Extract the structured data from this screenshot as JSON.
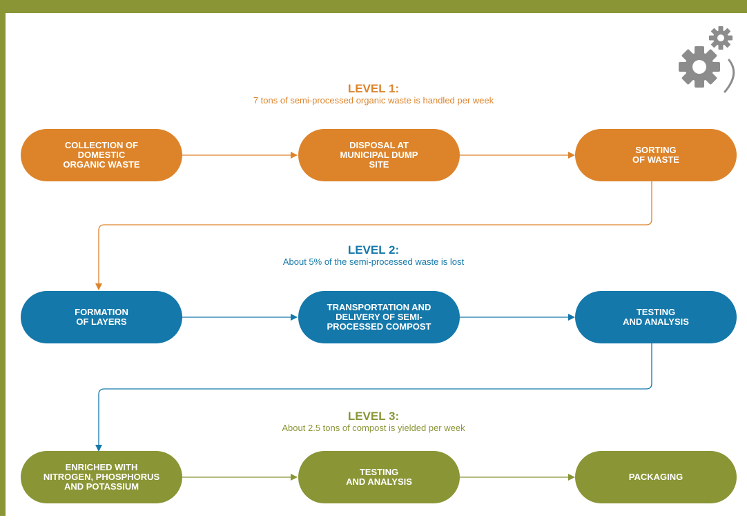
{
  "levels": [
    {
      "title": "LEVEL 1:",
      "description": "7 tons of semi-processed organic waste is handled per week",
      "steps": [
        [
          "COLLECTION OF",
          "DOMESTIC",
          "ORGANIC WASTE"
        ],
        [
          "DISPOSAL AT",
          "MUNICIPAL DUMP",
          "SITE"
        ],
        [
          "SORTING",
          "OF WASTE"
        ]
      ]
    },
    {
      "title": "LEVEL 2:",
      "description": "About 5% of the semi-processed waste is lost",
      "steps": [
        [
          "FORMATION",
          "OF LAYERS"
        ],
        [
          "TRANSPORTATION AND",
          "DELIVERY OF SEMI-",
          "PROCESSED COMPOST"
        ],
        [
          "TESTING",
          "AND ANALYSIS"
        ]
      ]
    },
    {
      "title": "LEVEL 3:",
      "description": "About 2.5 tons of compost is yielded per week",
      "steps": [
        [
          "ENRICHED WITH",
          "NITROGEN, PHOSPHORUS",
          "AND POTASSIUM"
        ],
        [
          "TESTING",
          "AND ANALYSIS"
        ],
        [
          "PACKAGING"
        ]
      ]
    }
  ],
  "colors": {
    "level1": "#dd842b",
    "level2": "#1478aa",
    "level3": "#8a9536",
    "gear": "#8c8c8c"
  },
  "icons": {
    "corner": "gears-icon"
  }
}
